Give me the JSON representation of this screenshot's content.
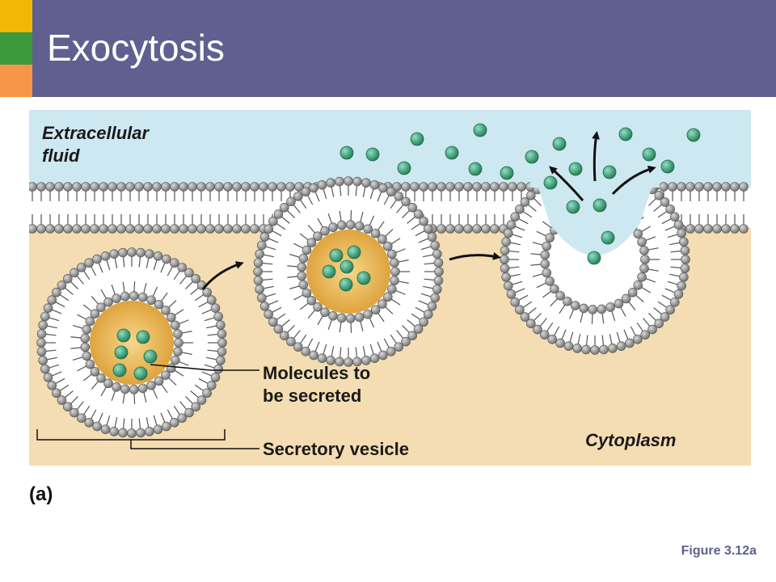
{
  "slide": {
    "title": "Exocytosis",
    "figure_ref": "Figure 3.12a"
  },
  "figure": {
    "panel_label": "(a)",
    "labels": {
      "extracellular_line1": "Extracellular",
      "extracellular_line2": "fluid",
      "molecules_line1": "Molecules to",
      "molecules_line2": "be secreted",
      "vesicle": "Secretory vesicle",
      "cytoplasm": "Cytoplasm"
    },
    "colors": {
      "extracellular": "#cde8f0",
      "cytoplasm": "#f4ddb2",
      "lipid_head": "#8f8f8f",
      "vesicle_core": "#e8b24e",
      "molecule": "#2f9e73",
      "header": "#5f5f90"
    }
  }
}
